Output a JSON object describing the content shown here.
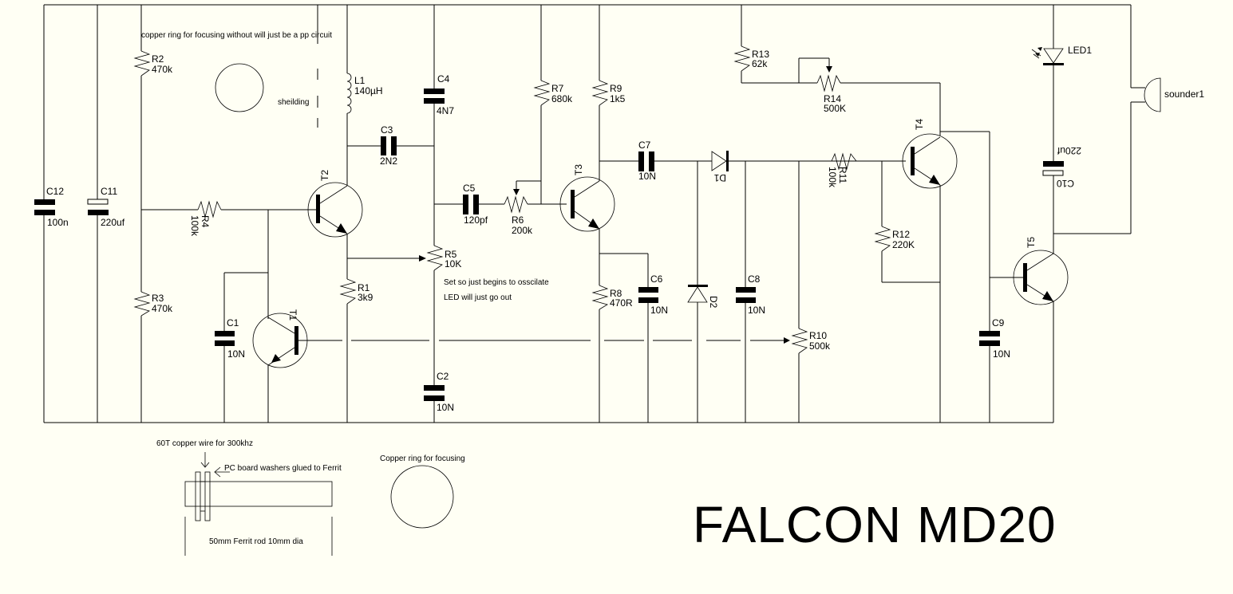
{
  "title": "FALCON  MD20",
  "background_color": "#fffff4",
  "components": {
    "C12": {
      "ref": "C12",
      "value": "100n"
    },
    "C11": {
      "ref": "C11",
      "value": "220uf"
    },
    "R2": {
      "ref": "R2",
      "value": "470k"
    },
    "R3": {
      "ref": "R3",
      "value": "470k"
    },
    "R4": {
      "ref": "R4",
      "value": "100k"
    },
    "C1": {
      "ref": "C1",
      "value": "10N"
    },
    "T1": {
      "ref": "T1"
    },
    "T2": {
      "ref": "T2"
    },
    "L1": {
      "ref": "L1",
      "value": "140µH"
    },
    "R1": {
      "ref": "R1",
      "value": "3k9"
    },
    "C3": {
      "ref": "C3",
      "value": "2N2"
    },
    "C4": {
      "ref": "C4",
      "value": "4N7"
    },
    "R5": {
      "ref": "R5",
      "value": "10K"
    },
    "C2": {
      "ref": "C2",
      "value": "10N"
    },
    "C5": {
      "ref": "C5",
      "value": "120pf"
    },
    "R6": {
      "ref": "R6",
      "value": "200k"
    },
    "R7": {
      "ref": "R7",
      "value": "680k"
    },
    "T3": {
      "ref": "T3"
    },
    "R9": {
      "ref": "R9",
      "value": "1k5"
    },
    "R8": {
      "ref": "R8",
      "value": "470R"
    },
    "C6": {
      "ref": "C6",
      "value": "10N"
    },
    "C7": {
      "ref": "C7",
      "value": "10N"
    },
    "D1": {
      "ref": "D1"
    },
    "D2": {
      "ref": "D2"
    },
    "C8": {
      "ref": "C8",
      "value": "10N"
    },
    "R10": {
      "ref": "R10",
      "value": "500k"
    },
    "R13": {
      "ref": "R13",
      "value": "62k"
    },
    "R14": {
      "ref": "R14",
      "value": "500K"
    },
    "R11": {
      "ref": "R11",
      "value": "100k"
    },
    "T4": {
      "ref": "T4"
    },
    "R12": {
      "ref": "R12",
      "value": "220K"
    },
    "T5": {
      "ref": "T5"
    },
    "C9": {
      "ref": "C9",
      "value": "10N"
    },
    "LED1": {
      "ref": "LED1"
    },
    "C10": {
      "ref": "C10",
      "value": "220uf"
    },
    "sounder1": {
      "ref": "sounder1"
    }
  },
  "notes": {
    "copper_ring_top": "copper ring for focusing without will just be a pp circuit",
    "shielding": "sheilding",
    "set_note_1": "Set so just begins to osscilate",
    "set_note_2": "LED will just go out",
    "coil_wire": "60T copper wire for 300khz",
    "washers": "PC board washers glued to Ferrit",
    "ferrite_rod": "50mm Ferrit rod 10mm dia",
    "copper_ring_bottom": "Copper ring for focusing"
  }
}
